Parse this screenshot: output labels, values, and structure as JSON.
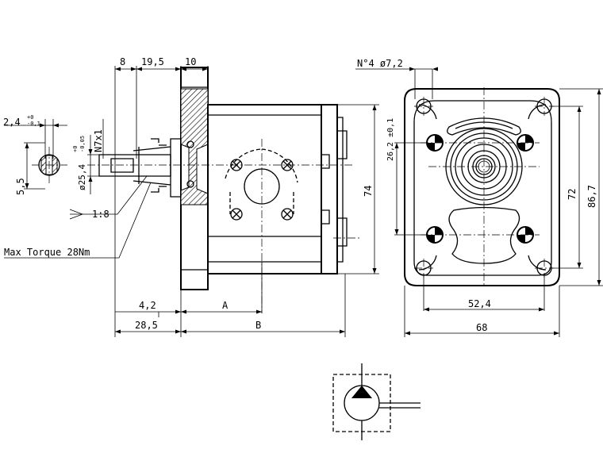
{
  "labels": {
    "dim_8": "8",
    "dim_19_5": "19,5",
    "dim_10": "10",
    "dim_holes": "N°4 ø7,2",
    "dim_2_4": "2,4",
    "dim_2_4_tol_upper": "+0",
    "dim_2_4_tol_lower": "-0,1",
    "dim_5_5": "5,5",
    "dim_n7x1": "N7x1",
    "dim_25_4": "ø25,4",
    "dim_25_4_tol_upper": "+0",
    "dim_25_4_tol_lower": "-0,05",
    "dim_1_8": "1:8",
    "max_torque": "Max Torque 28Nm",
    "dim_4_2": "4,2",
    "dim_a": "A",
    "dim_28_5": "28,5",
    "dim_b": "B",
    "dim_74": "74",
    "dim_26_2": "26,2 ±0,1",
    "dim_72": "72",
    "dim_86_7": "86,7",
    "dim_52_4": "52,4",
    "dim_68": "68"
  },
  "colors": {
    "line": "#000000",
    "background": "#ffffff"
  },
  "icons": {
    "hydraulic_symbol": "pump-symbol-icon"
  }
}
